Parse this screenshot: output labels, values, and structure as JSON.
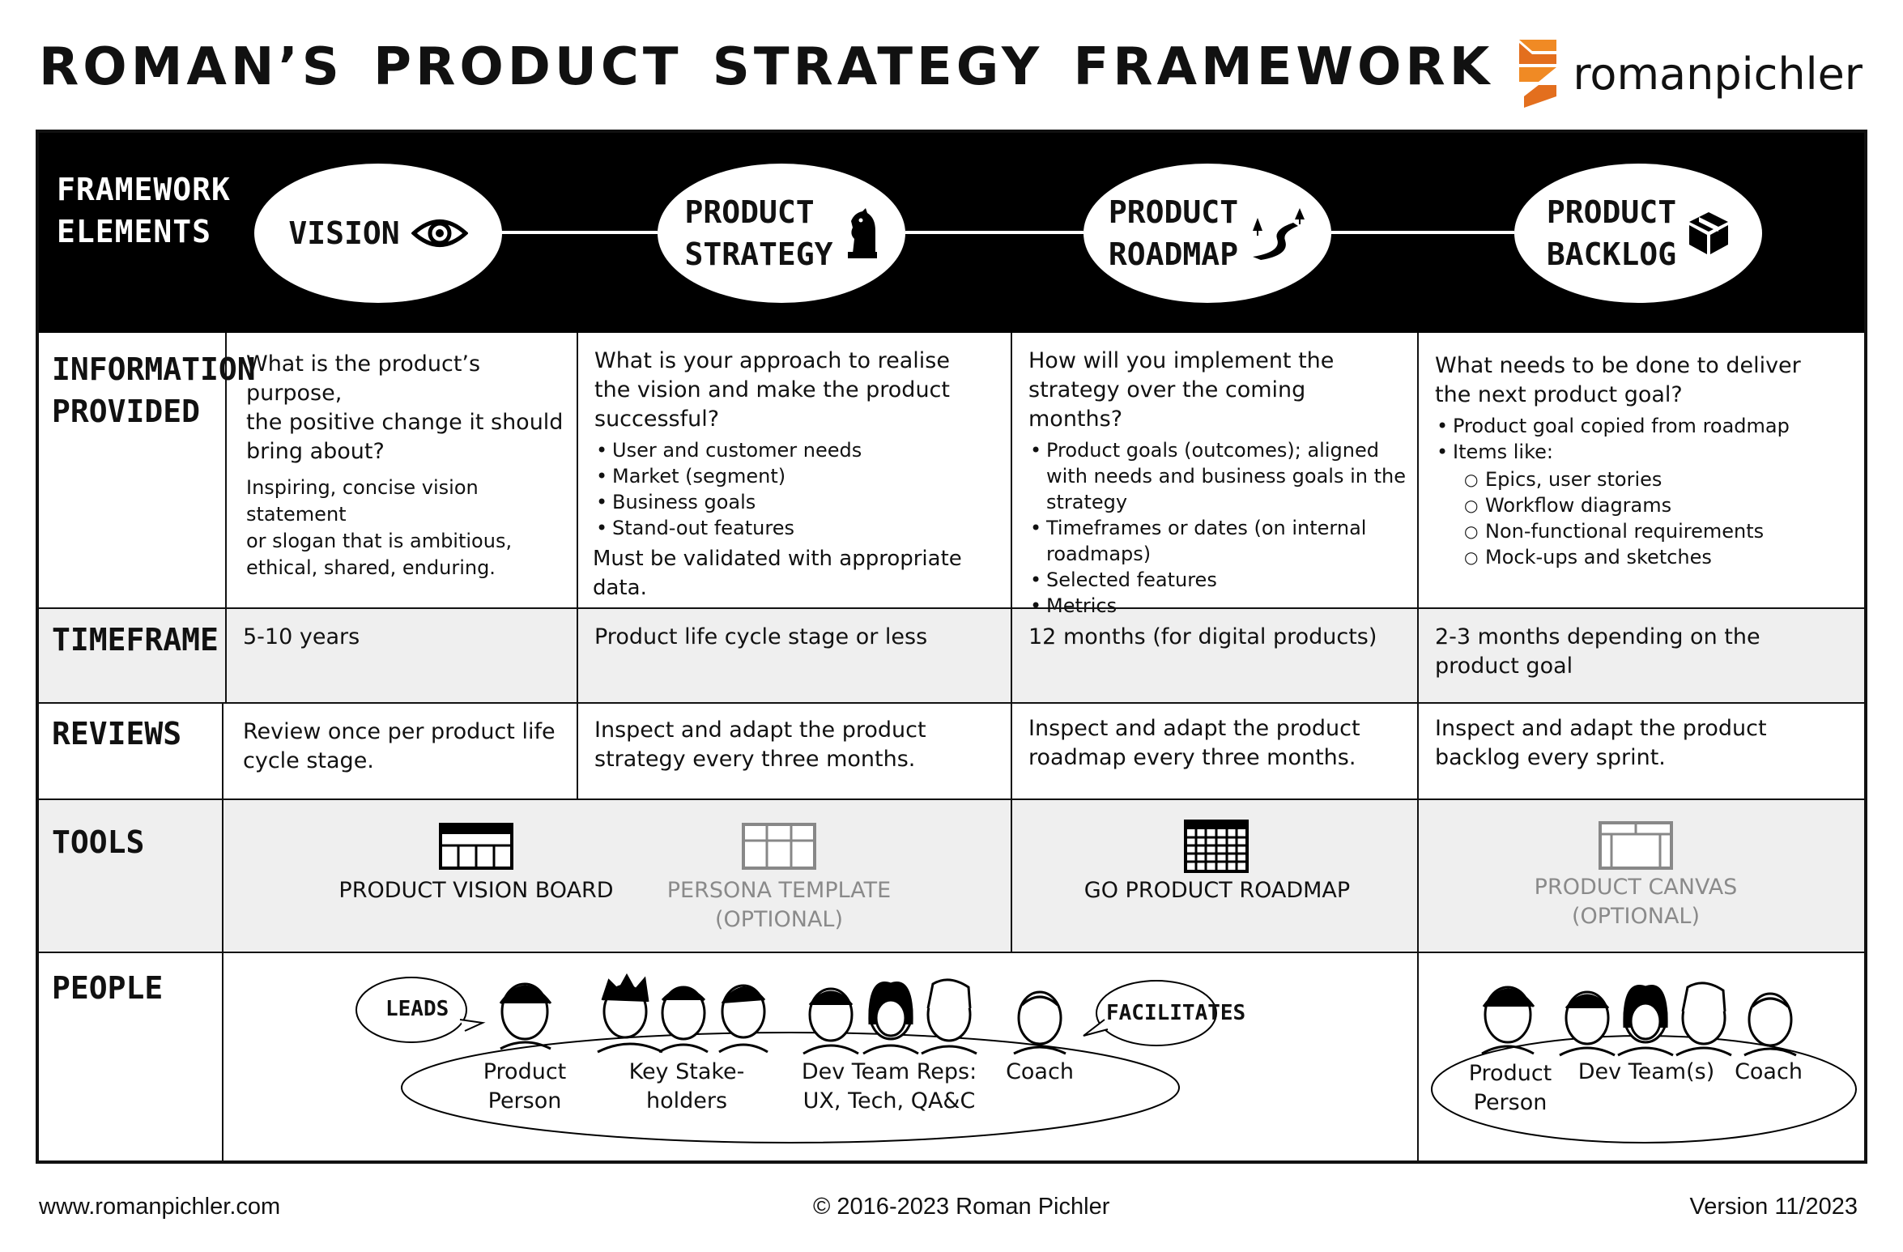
{
  "header": {
    "title": "ROMAN’S PRODUCT STRATEGY FRAMEWORK",
    "brand_name": "romanpichler",
    "brand_color": "#F08A24"
  },
  "framework": {
    "label_line1": "FRAMEWORK",
    "label_line2": "ELEMENTS",
    "elements": [
      {
        "line1": "VISION",
        "line2": "",
        "icon": "eye-icon"
      },
      {
        "line1": "PRODUCT",
        "line2": "STRATEGY",
        "icon": "chess-knight-icon"
      },
      {
        "line1": "PRODUCT",
        "line2": "ROADMAP",
        "icon": "road-icon"
      },
      {
        "line1": "PRODUCT",
        "line2": "BACKLOG",
        "icon": "box-icon"
      }
    ]
  },
  "rows": {
    "information": {
      "line1": "INFORMATION",
      "line2": "PROVIDED"
    },
    "timeframe": "TIMEFRAME",
    "reviews": "REVIEWS",
    "tools": "TOOLS",
    "people": "PEOPLE"
  },
  "info": {
    "vision": {
      "question_lines": [
        "What is the product’s purpose,",
        "the positive change it should",
        "bring about?"
      ],
      "detail_lines": [
        "Inspiring, concise vision statement",
        "or slogan that is ambitious,",
        "ethical, shared, enduring."
      ]
    },
    "strategy": {
      "question_lines": [
        "What is your approach to realise",
        "the vision and make the product",
        "successful?"
      ],
      "bullets": [
        "User and customer needs",
        "Market (segment)",
        "Business goals",
        "Stand-out features"
      ],
      "note": "Must be validated with appropriate data."
    },
    "roadmap": {
      "question_lines": [
        "How will you implement the",
        "strategy over the coming",
        "months?"
      ],
      "bullets": [
        "Product goals (outcomes); aligned with needs and business goals in the strategy",
        "Timeframes or dates (on internal roadmaps)",
        "Selected features",
        "Metrics"
      ]
    },
    "backlog": {
      "question_lines": [
        "What needs to be done to deliver",
        "the next product goal?"
      ],
      "bullets": [
        "Product goal copied from roadmap",
        "Items like:"
      ],
      "sub_bullets": [
        "Epics, user stories",
        "Workflow diagrams",
        "Non-functional requirements",
        "Mock-ups and sketches"
      ]
    }
  },
  "timeframe": {
    "vision": "5-10 years",
    "strategy": "Product life cycle stage or less",
    "roadmap": "12 months (for digital products)",
    "backlog_lines": [
      "2-3 months depending on the",
      "product goal"
    ]
  },
  "reviews": {
    "vision_lines": [
      "Review once per product life",
      "cycle stage."
    ],
    "strategy_lines": [
      "Inspect and adapt the product",
      "strategy every three months."
    ],
    "roadmap_lines": [
      "Inspect and adapt the product",
      "roadmap every three months."
    ],
    "backlog_lines": [
      "Inspect and adapt the product",
      "backlog every sprint."
    ]
  },
  "tools": {
    "vision_board": "PRODUCT VISION BOARD",
    "persona": {
      "line1": "PERSONA TEMPLATE",
      "line2": "(OPTIONAL)"
    },
    "roadmap": "GO PRODUCT ROADMAP",
    "canvas": {
      "line1": "PRODUCT CANVAS",
      "line2": "(OPTIONAL)"
    },
    "grey_color": "#8a8a8a"
  },
  "people": {
    "leads": "LEADS",
    "facilitates": "FACILITATES",
    "product_person": {
      "line1": "Product",
      "line2": "Person"
    },
    "stakeholders": {
      "line1": "Key Stake-",
      "line2": "holders"
    },
    "dev_reps": {
      "line1": "Dev Team Reps:",
      "line2": "UX, Tech, QA&C"
    },
    "coach": "Coach",
    "right_product_person": {
      "line1": "Product",
      "line2": "Person"
    },
    "dev_teams": "Dev Team(s)",
    "right_coach": "Coach"
  },
  "footer": {
    "website": "www.romanpichler.com",
    "copyright": "© 2016-2023 Roman Pichler",
    "version": "Version 11/2023"
  }
}
